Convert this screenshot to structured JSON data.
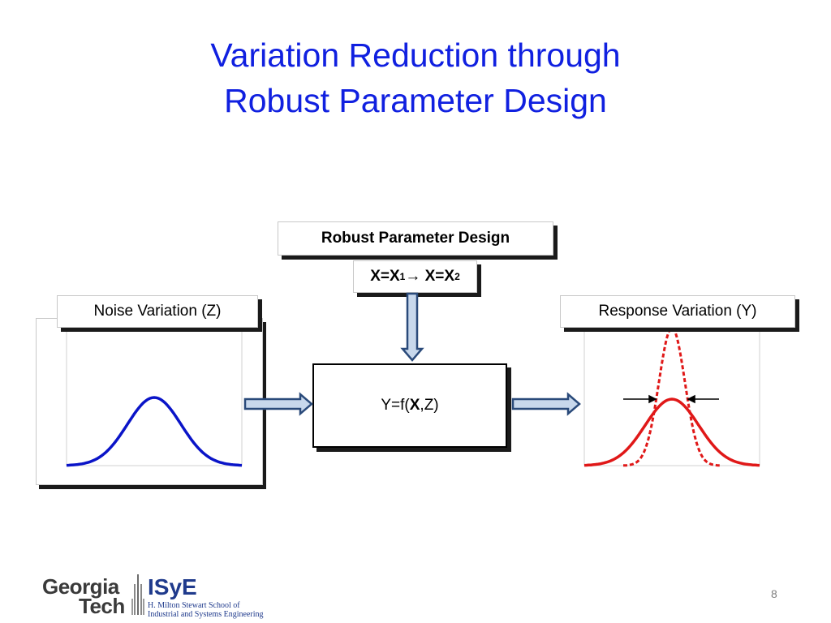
{
  "slide": {
    "title_line1": "Variation Reduction through",
    "title_line2": "Robust Parameter Design",
    "page_number": "8"
  },
  "diagram": {
    "top_box": "Robust Parameter Design",
    "setting_box": {
      "x1_prefix": "X=X",
      "sub1": "1",
      "arrow": "→ X=X",
      "sub2": "2"
    },
    "noise_label": "Noise Variation (Z)",
    "response_label": "Response Variation (Y)",
    "function_box": {
      "prefix": "Y=f(",
      "bold": "X",
      "suffix": ",Z)"
    }
  },
  "colors": {
    "title": "#1020e0",
    "noise_curve": "#0a14c8",
    "response_curve": "#e01818",
    "arrow_fill": "#c8d8ec",
    "arrow_stroke": "#2a4a7a"
  },
  "logo": {
    "line1": "Georgia",
    "line2": "Tech",
    "dept": "ISyE",
    "school_line1": "H. Milton Stewart School of",
    "school_line2": "Industrial and Systems Engineering"
  }
}
